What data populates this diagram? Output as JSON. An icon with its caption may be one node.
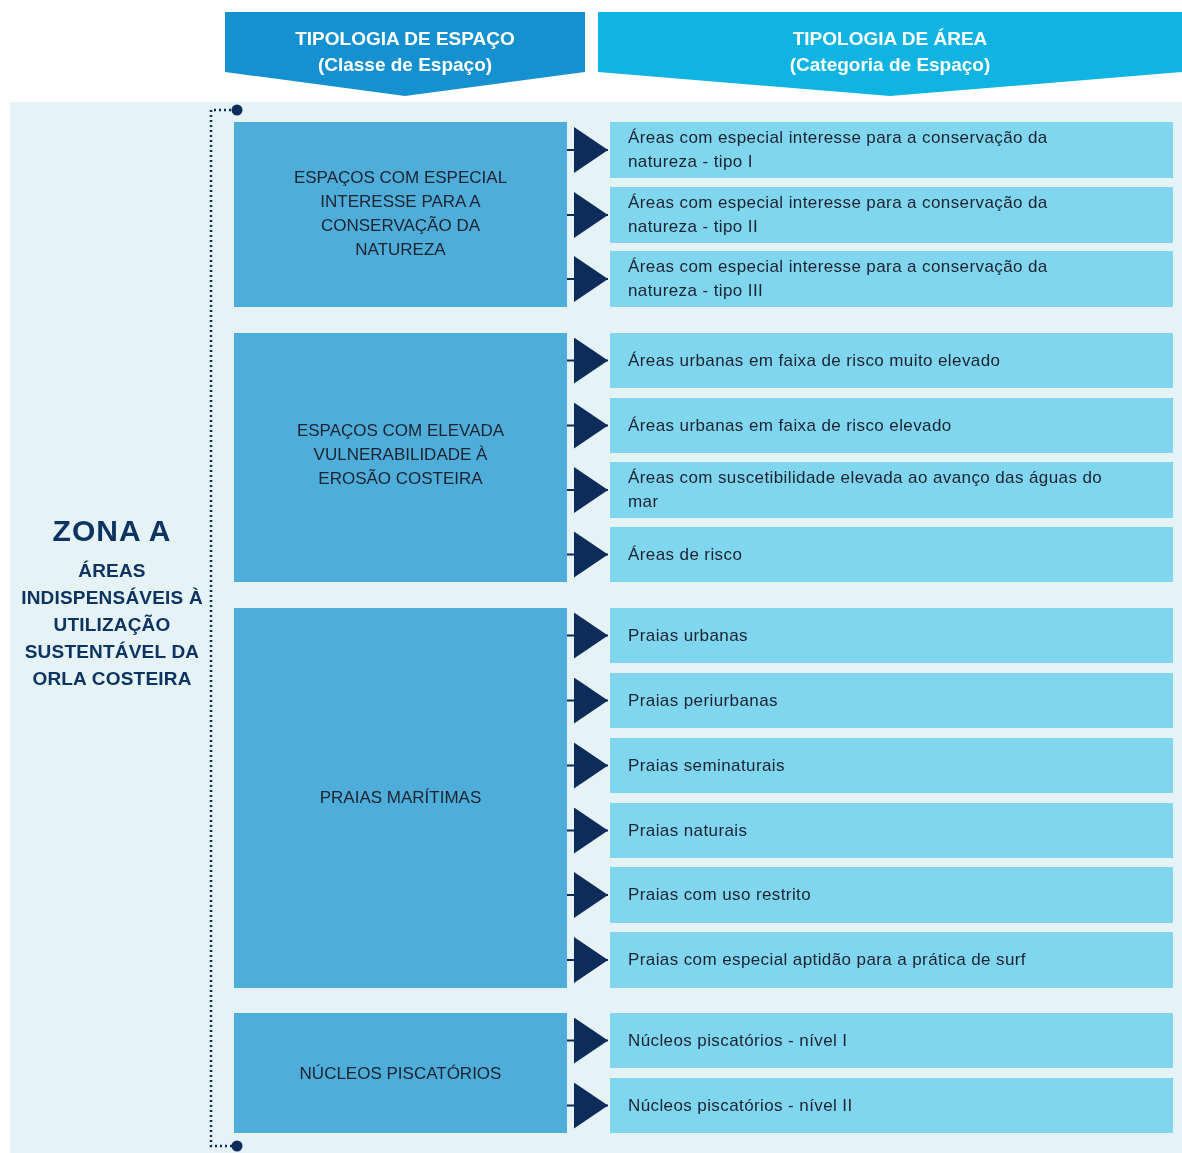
{
  "diagram": {
    "nodes": [
      {
        "text": [
          "TIPOLOGIA DE ESPAÇO",
          "(Classe de Espaço)"
        ]
      },
      {
        "text": [
          "TIPOLOGIA DE ÁREA",
          "(Categoria de Espaço)"
        ]
      },
      {
        "text": [
          "ZONA A",
          "ÁREAS INDISPENSÁVEIS À UTILIZAÇÃO SUSTENTÁVEL DA ORLA COSTEIRA"
        ]
      },
      {
        "text": [
          "ESPAÇOS COM ESPECIAL INTERESSE PARA A CONSERVAÇÃO DA NATUREZA"
        ],
        "in": 2
      },
      {
        "text": [
          "Áreas com especial interesse para a conservação da natureza - tipo I"
        ],
        "in": 2
      },
      {
        "text": [
          "Áreas com especial interesse para a conservação da natureza - tipo II"
        ],
        "in": 2
      },
      {
        "text": [
          "Áreas com especial interesse para a conservação da natureza - tipo III"
        ],
        "in": 2
      },
      {
        "text": [
          "ESPAÇOS COM ELEVADA VULNERABILIDADE À EROSÃO COSTEIRA"
        ],
        "in": 2
      },
      {
        "text": [
          "Áreas urbanas em faixa de risco muito elevado"
        ],
        "in": 2
      },
      {
        "text": [
          "Áreas urbanas em faixa de risco elevado"
        ],
        "in": 2
      },
      {
        "text": [
          "Áreas com suscetibilidade elevada ao avanço das águas do mar"
        ],
        "in": 2
      },
      {
        "text": [
          "Áreas de risco"
        ],
        "in": 2
      },
      {
        "text": [
          "PRAIAS MARÍTIMAS"
        ],
        "in": 2
      },
      {
        "text": [
          "Praias urbanas"
        ],
        "in": 2
      },
      {
        "text": [
          "Praias periurbanas"
        ],
        "in": 2
      },
      {
        "text": [
          "Praias seminaturais"
        ],
        "in": 2
      },
      {
        "text": [
          "Praias naturais"
        ],
        "in": 2
      },
      {
        "text": [
          "Praias com uso restrito"
        ],
        "in": 2
      },
      {
        "text": [
          "Praias com especial aptidão para a prática de surf"
        ],
        "in": 2
      },
      {
        "text": [
          "NÚCLEOS PISCATÓRIOS"
        ],
        "in": 2
      },
      {
        "text": [
          "Núcleos piscatórios - nível I"
        ],
        "in": 2
      },
      {
        "text": [
          "Núcleos piscatórios - nível II"
        ],
        "in": 2
      }
    ],
    "edges": [
      {
        "from": 3,
        "to": 4,
        "arrow": "to"
      },
      {
        "from": 3,
        "to": 5,
        "arrow": "to"
      },
      {
        "from": 3,
        "to": 6,
        "arrow": "to"
      },
      {
        "from": 7,
        "to": 8,
        "arrow": "to"
      },
      {
        "from": 7,
        "to": 9,
        "arrow": "to"
      },
      {
        "from": 7,
        "to": 10,
        "arrow": "to"
      },
      {
        "from": 7,
        "to": 11,
        "arrow": "to"
      },
      {
        "from": 12,
        "to": 13,
        "arrow": "to"
      },
      {
        "from": 12,
        "to": 14,
        "arrow": "to"
      },
      {
        "from": 12,
        "to": 15,
        "arrow": "to"
      },
      {
        "from": 12,
        "to": 16,
        "arrow": "to"
      },
      {
        "from": 12,
        "to": 17,
        "arrow": "to"
      },
      {
        "from": 12,
        "to": 18,
        "arrow": "to"
      },
      {
        "from": 19,
        "to": 20,
        "arrow": "to"
      },
      {
        "from": 19,
        "to": 21,
        "arrow": "to"
      }
    ]
  }
}
